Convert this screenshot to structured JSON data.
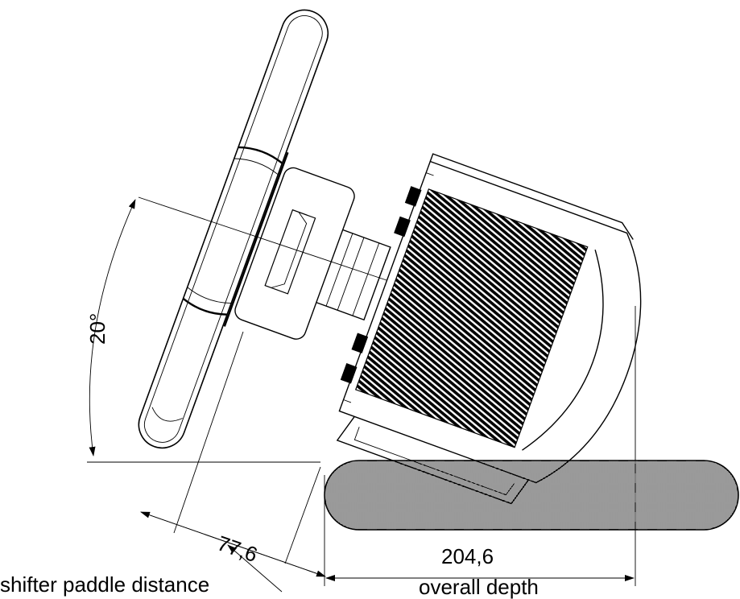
{
  "dimensions": {
    "angle_label": "20°",
    "paddle_distance_value": "77,6",
    "paddle_distance_caption": "shifter paddle distance",
    "depth_value": "204,6",
    "depth_caption": "overall depth"
  }
}
